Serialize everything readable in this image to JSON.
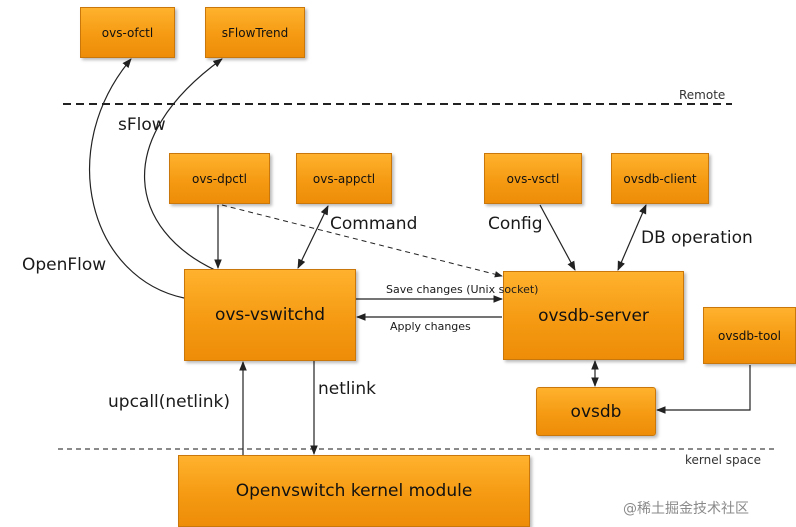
{
  "boxes": {
    "ovs_ofctl": "ovs-ofctl",
    "sflowtrend": "sFlowTrend",
    "ovs_dpctl": "ovs-dpctl",
    "ovs_appctl": "ovs-appctl",
    "ovs_vsctl": "ovs-vsctl",
    "ovsdb_client": "ovsdb-client",
    "ovs_vswitchd": "ovs-vswitchd",
    "ovsdb_server": "ovsdb-server",
    "ovsdb_tool": "ovsdb-tool",
    "ovsdb": "ovsdb",
    "kernel_module": "Openvswitch kernel module"
  },
  "zones": {
    "remote": "Remote",
    "kernel_space": "kernel space"
  },
  "labels": {
    "sflow": "sFlow",
    "openflow": "OpenFlow",
    "command": "Command",
    "config": "Config",
    "db_operation": "DB operation",
    "save_changes": "Save changes (Unix socket)",
    "apply_changes": "Apply changes",
    "upcall": "upcall(netlink)",
    "netlink": "netlink"
  },
  "watermark": "@稀土掘金技术社区"
}
